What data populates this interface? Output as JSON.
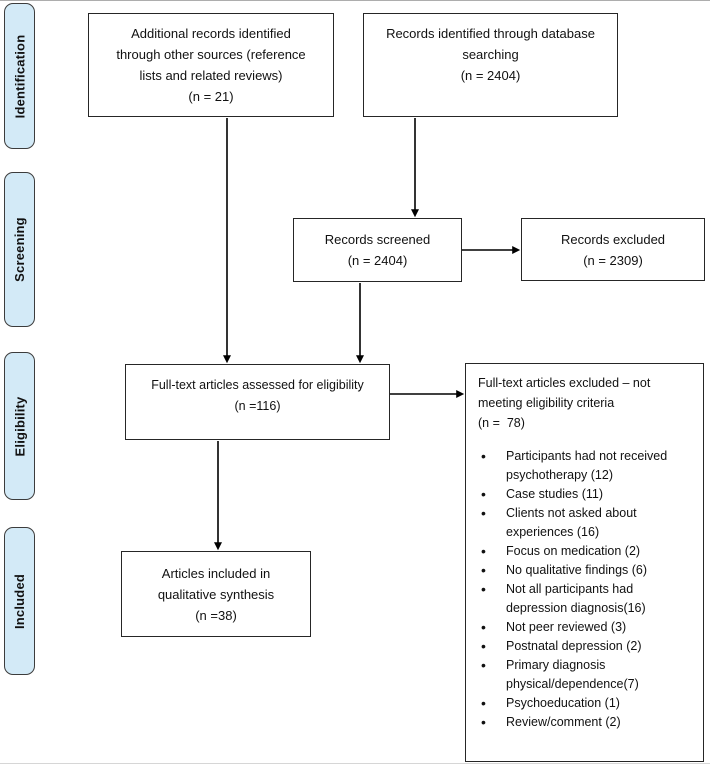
{
  "figure": {
    "type": "prisma-flow-diagram"
  },
  "sidebar": {
    "labels": [
      "Identification",
      "Screening",
      "Eligibility",
      "Included"
    ]
  },
  "boxes": {
    "additional": "Additional records identified\nthrough other sources (reference\nlists and related reviews)\n(n = 21)",
    "database": "Records identified through database\nsearching\n(n = 2404)",
    "screened": "Records screened\n(n = 2404)",
    "records_excluded": "Records excluded\n(n = 2309)",
    "fulltext": "Full-text articles assessed for eligibility\n(n =116)",
    "included": "Articles included in\nqualitative synthesis\n(n =38)",
    "fulltext_excluded_header": "Full-text articles excluded – not\nmeeting eligibility criteria\n(n =  78)",
    "fulltext_excluded_items": [
      "Participants had not received psychotherapy (12)",
      "Case studies (11)",
      "Clients not asked about experiences (16)",
      "Focus on medication (2)",
      "No qualitative findings (6)",
      "Not all participants had depression diagnosis(16)",
      "Not peer reviewed (3)",
      "Postnatal depression (2)",
      "Primary diagnosis physical/dependence(7)",
      "Psychoeducation (1)",
      "Review/comment (2)"
    ]
  },
  "colors": {
    "stage_fill": "#d3eaf7",
    "stage_border": "#3c3c3c",
    "box_border": "#262626",
    "arrow": "#000000"
  }
}
